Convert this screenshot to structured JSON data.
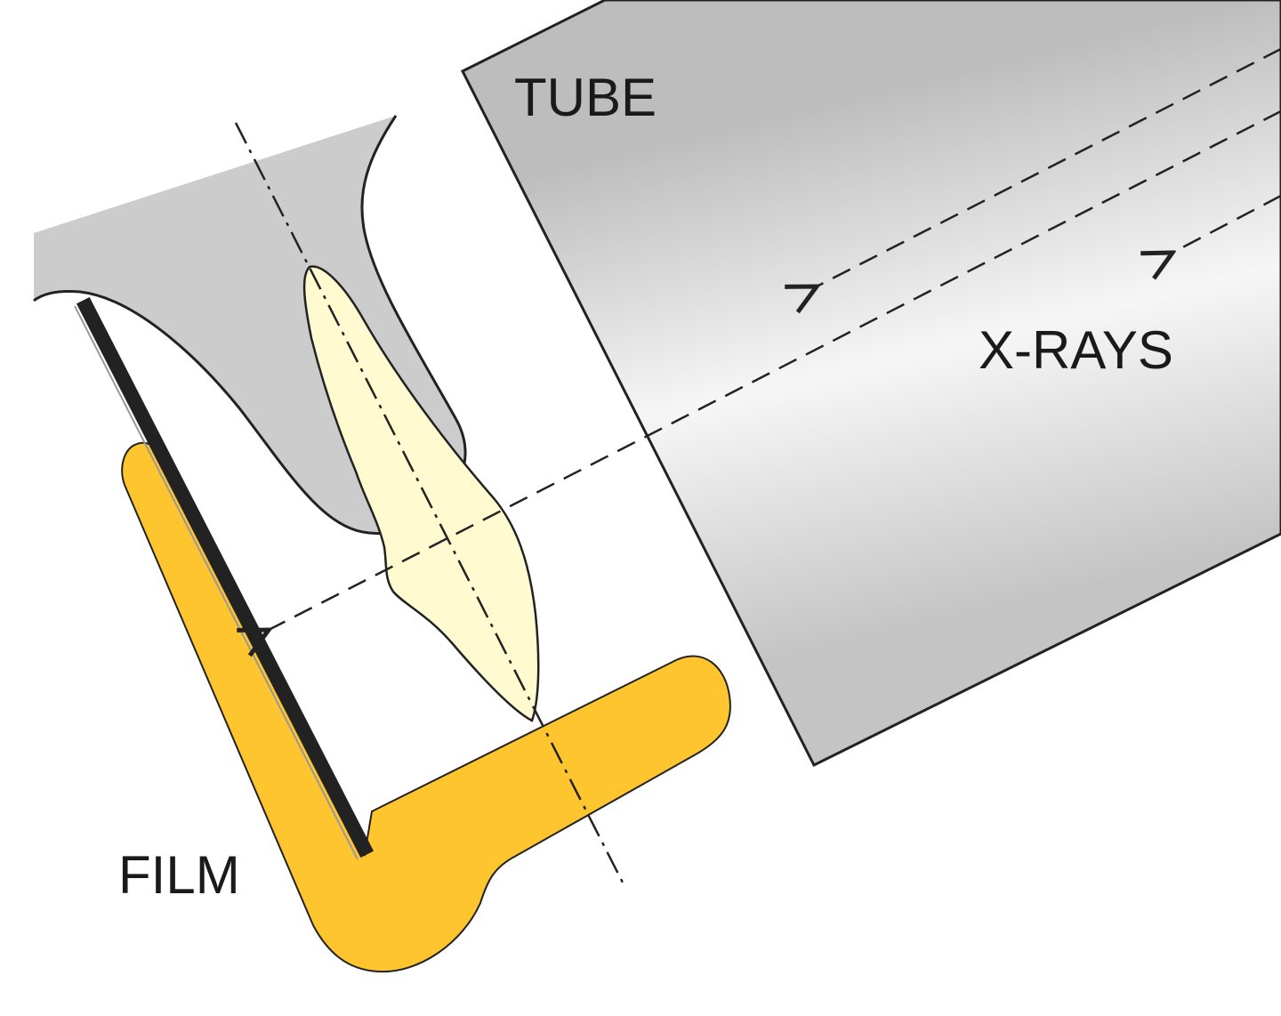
{
  "labels": {
    "tube": "TUBE",
    "xrays": "X-RAYS",
    "film": "FILM"
  },
  "colors": {
    "background": "#ffffff",
    "tube_fill_light": "#f7f7f7",
    "tube_fill_dark": "#c8c8c8",
    "bone_fill": "#cccccc",
    "tooth_fill": "#fffad0",
    "film_holder_fill": "#fec52e",
    "film_fill": "#222222",
    "outline": "#222222"
  }
}
